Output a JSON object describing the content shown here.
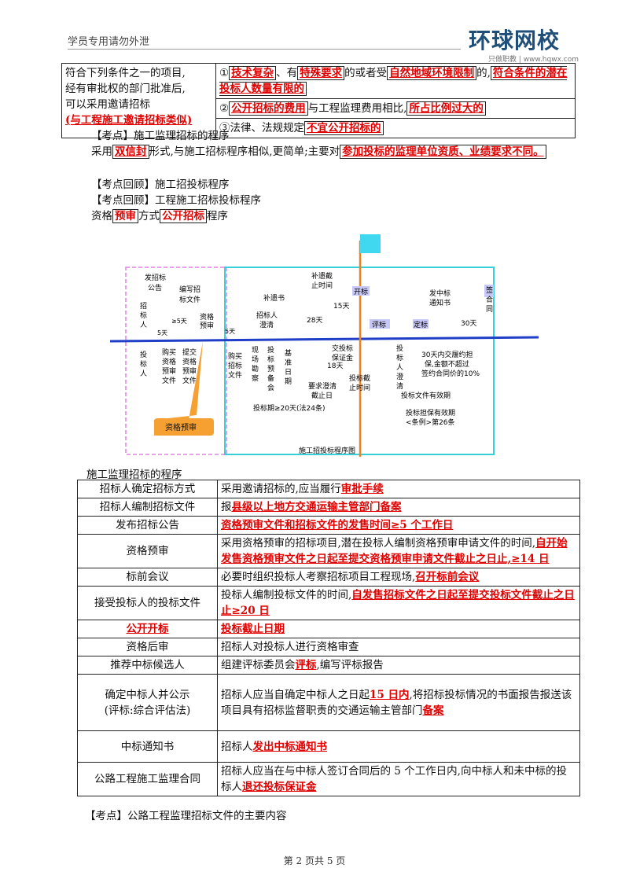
{
  "header": {
    "note": "学员专用请勿外泄",
    "logo_main": "环球网校",
    "logo_sub": "只做职教 | www.hqwx.com"
  },
  "top_table": {
    "left_lines": [
      "符合下列条件之一的项目,",
      "经有审批权的部门批准后,",
      "可以采用邀请招标"
    ],
    "left_red": "(与工程施工邀请招标类似)",
    "rows": [
      {
        "n": "①",
        "a": "技术复杂",
        "b": "、有",
        "c": "特殊要求",
        "d": "的或者受",
        "e": "自然地域环境限制",
        "f": "的,",
        "g": "符合条件的潜在投标人数量有限的"
      },
      {
        "n": "②",
        "a": "公开招标的费用",
        "b": "与工程监理费用相比,",
        "c": "所占比例过大的"
      },
      {
        "n": "③",
        "a": "法律、法规规定",
        "b": "不宜公开招标的"
      }
    ]
  },
  "kd1": {
    "title": "【考点】施工监理招标的程序",
    "p1": "采用",
    "p1_red": "双信封",
    "p1_b": "形式,与施工招标程序相似,更简单;主要对",
    "p1_red2": "参加投标的监理单位资质、业绩要求不同。"
  },
  "kd2": {
    "title": "【考点回顾】施工招投标程序"
  },
  "kd3": {
    "title": "【考点回顾】工程施工招标投标程序"
  },
  "kd4": {
    "a": "资格",
    "b": "预审",
    "c": "方式",
    "d": "公开招标",
    "e": "程序"
  },
  "diagram": {
    "fabiao": "发招标",
    "gonggao": "公告",
    "bianxie": "编写招",
    "biaowenjian": "标文件",
    "zige": "资格",
    "yushen": "预审",
    "zhaobiaoren": [
      "招",
      "标",
      "人"
    ],
    "toubiaoren": [
      "投",
      "标",
      "人"
    ],
    "d5a": "5天",
    "d5b": "≥5天",
    "d5c": "5天",
    "buyishu": "补遗书",
    "budijiezhi": "补遗截",
    "zhishijian": "止时间",
    "d15": "15天",
    "kaibiao": "开标",
    "zbrcq": [
      "招标人",
      "澄清"
    ],
    "d28": "28天",
    "pingbiao": "评标",
    "dingbiao": "定标",
    "fazhongbiao": "发中标",
    "tongzhishu": "通知书",
    "d30": "30天",
    "qianhetong": [
      "签",
      "合",
      "同"
    ],
    "col_gmzs": [
      "购买",
      "资格",
      "预审",
      "文件"
    ],
    "col_tjzs": [
      "提交",
      "资格",
      "预审",
      "文件"
    ],
    "col_gmzb": [
      "购买",
      "招标",
      "文件"
    ],
    "col_xckc": [
      "现",
      "场",
      "勘",
      "察"
    ],
    "col_tbyb": [
      "投",
      "标",
      "预",
      "备",
      "会"
    ],
    "col_jzrq": [
      "基",
      "准",
      "日",
      "期"
    ],
    "jiaotoubiao": "交投标",
    "baozhengjin": "保证金",
    "d18": "18天",
    "yaoqiu": "要求澄清",
    "jiezhiri": "截止日",
    "tbjz1": "投标截",
    "tbjz2": "止时间",
    "col_tbrcq": [
      "投",
      "标",
      "人",
      "澄",
      "清"
    ],
    "lvyue1": "30天内交履约担",
    "lvyue2": "保,金额不超过",
    "lvyue3": "签约合同价的10%",
    "tbq": "投标期≥20天(法24条)",
    "yxq": "投标文件有效期",
    "dbyxq1": "投标担保有效期",
    "dbyxq2": "<条例>第26条",
    "zgys_label": "资格预审",
    "title": "施工招投标程序图"
  },
  "caption": "施工监理招标的程序",
  "main_table": [
    {
      "k": "招标人确定招标方式",
      "v": "采用邀请招标的,应当履行",
      "v_red": "审批手续"
    },
    {
      "k": "招标人编制招标文件",
      "v": "报",
      "v_red": "县级以上地方交通运输主管部门备案"
    },
    {
      "k": "发布招标公告",
      "v": "",
      "v_red": "资格预审文件和招标文件的发售时间≥5 个工作日"
    },
    {
      "k": "资格预审",
      "v": "采用资格预审的招标项目,潜在投标人编制资格预审申请文件的时间,",
      "v_red": "自开始发售资格预审文件之日起至提交资格预审申请文件截止之日止,≥14 日"
    },
    {
      "k": "标前会议",
      "v": "必要时组织投标人考察招标项目工程现场,",
      "v_red": "召开标前会议"
    },
    {
      "k": "接受投标人的投标文件",
      "v": "投标人编制投标文件的时间,",
      "v_red": "自发售招标文件之日起至提交投标文件截止之日止≥20 日"
    },
    {
      "k": "公开开标",
      "v": "",
      "v_red": "投标截止日期"
    },
    {
      "k": "资格后审",
      "v": "招标人对投标人进行资格审查",
      "v_red": ""
    },
    {
      "k": "推荐中标候选人",
      "v": "组建评标委员会",
      "v_red": "评标",
      "v2": ",编写评标报告"
    },
    {
      "k": "确定中标人并公示",
      "k2": "(评标:综合评估法)",
      "v": "招标人应当自确定中标人之日起",
      "v_red": "15 日内",
      "v2": ",将招标投标情况的书面报告报送该项目具有招标监督职责的交通运输主管部门",
      "v_red2": "备案"
    },
    {
      "k": "中标通知书",
      "v": "招标人",
      "v_red": "发出中标通知书"
    },
    {
      "k": "公路工程施工监理合同",
      "v": "招标人应当在与中标人签订合同后的 5 个工作日内,向中标人和未中标的投标人",
      "v_red": "退还投标保证金"
    }
  ],
  "footer_kd": "【考点】公路工程监理招标文件的主要内容",
  "page_no": "第 2 页共 5 页"
}
